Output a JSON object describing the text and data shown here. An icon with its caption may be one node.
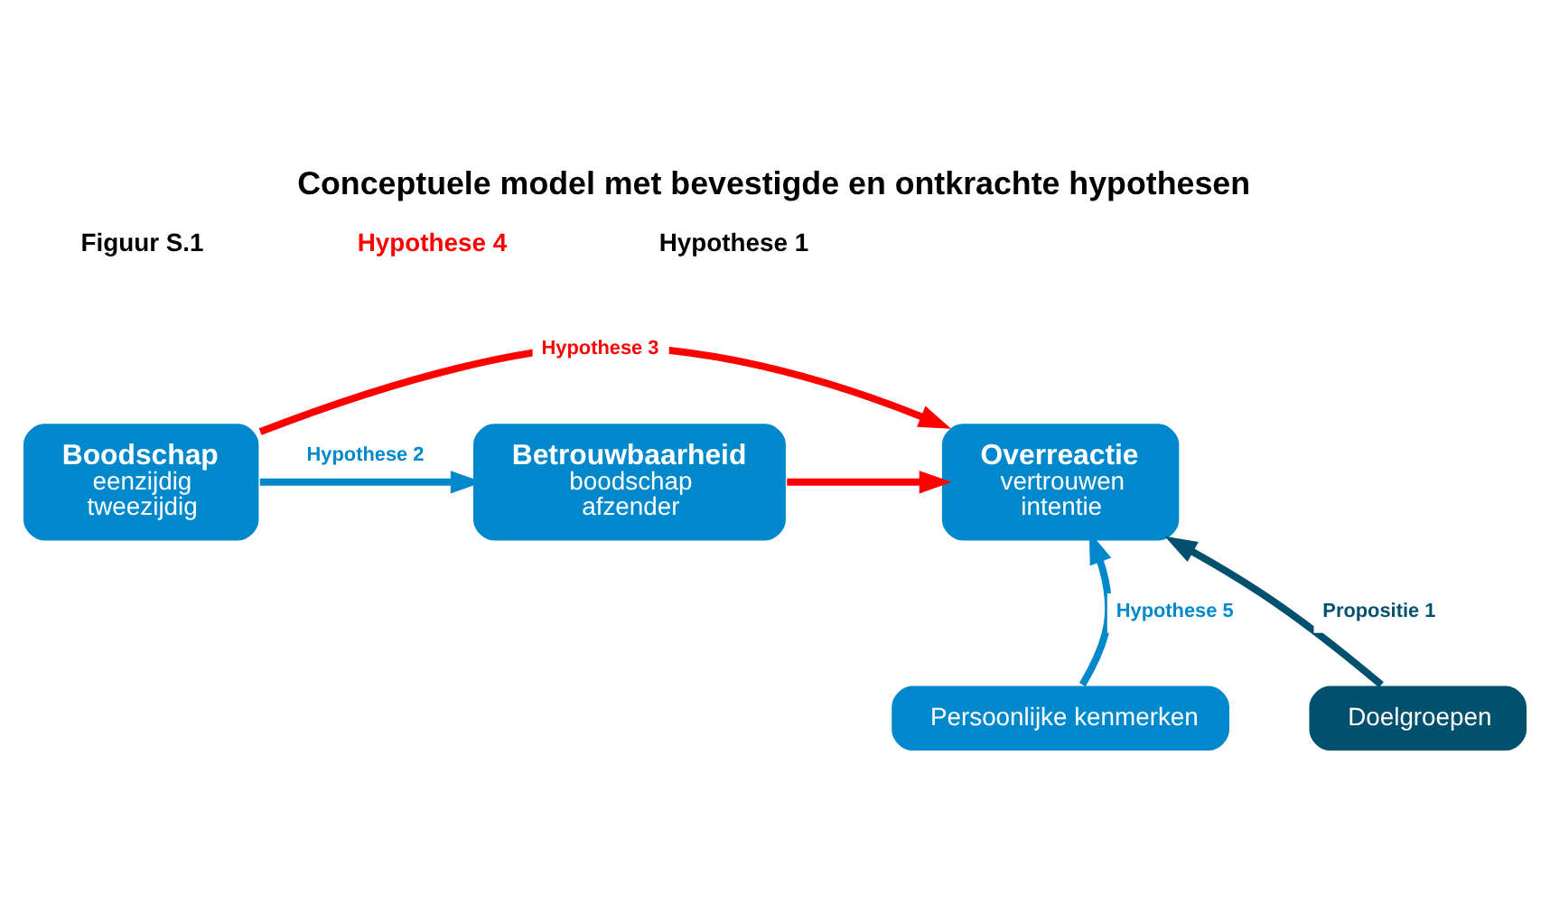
{
  "diagram": {
    "title": "Conceptuele model met bevestigde en ontkrachte hypothesen",
    "nodes": [
      {
        "text": [
          "Boodschap",
          "eenzijdig",
          "tweezijdig"
        ]
      },
      {
        "text": [
          "Betrouwbaarheid",
          "boodschap",
          "afzender"
        ]
      },
      {
        "text": [
          "Overreactie",
          "vertrouwen",
          "intentie"
        ]
      },
      {
        "text": [
          "Persoonlijke kenmerken"
        ]
      },
      {
        "text": [
          "Doelgroepen"
        ]
      }
    ],
    "edges": [
      {
        "from": 0,
        "to": 1,
        "arrow": "to",
        "label": "Hypothese 2",
        "color": "#0088cc"
      },
      {
        "from": 1,
        "to": 2,
        "arrow": "to",
        "color": "#ff0000"
      },
      {
        "from": 0,
        "to": 2,
        "arrow": "to",
        "label": "Hypothese 3",
        "color": "#ff0000"
      },
      {
        "from": 3,
        "to": 2,
        "arrow": "to",
        "label": "Hypothese 5",
        "color": "#0088cc"
      },
      {
        "from": 4,
        "to": 2,
        "arrow": "to",
        "label": "Propositie 1",
        "color": "#00506e"
      }
    ],
    "labels": [
      "Figuur S.1",
      "Hypothese 4",
      "Hypothese 1"
    ]
  }
}
